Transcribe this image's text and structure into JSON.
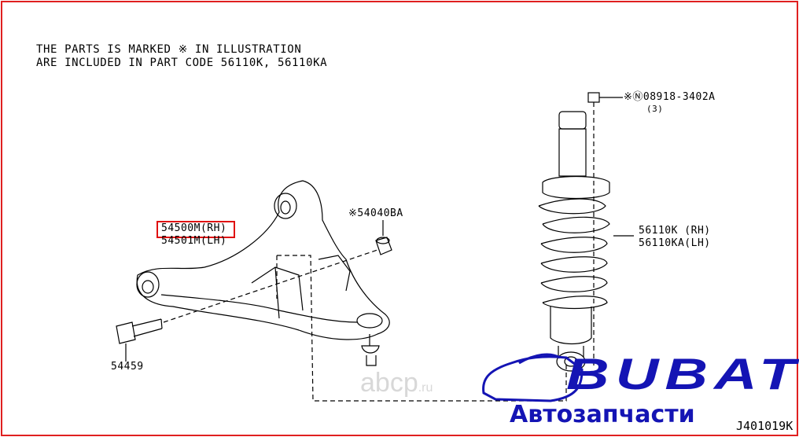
{
  "header": {
    "line1": "THE PARTS IS MARKED ※ IN ILLUSTRATION",
    "line2": "ARE INCLUDED IN PART CODE 56110K, 56110KA"
  },
  "labels": {
    "nut": "※Ⓝ08918-3402A",
    "nut_qty": "(3)",
    "bushing": "※54040BA",
    "arm_rh": "54500M(RH)",
    "arm_lh": "54501M(LH)",
    "bolt": "54459",
    "strut_rh": "56110K (RH)",
    "strut_lh": "56110KA(LH)"
  },
  "diagram_code": "J401019K",
  "watermark": {
    "main": "abcp",
    "suffix": ".ru"
  },
  "logo": {
    "name": "BUBAT",
    "tagline": "Автозапчасти",
    "color": "#1414b4"
  },
  "highlight_color": "#e01010"
}
